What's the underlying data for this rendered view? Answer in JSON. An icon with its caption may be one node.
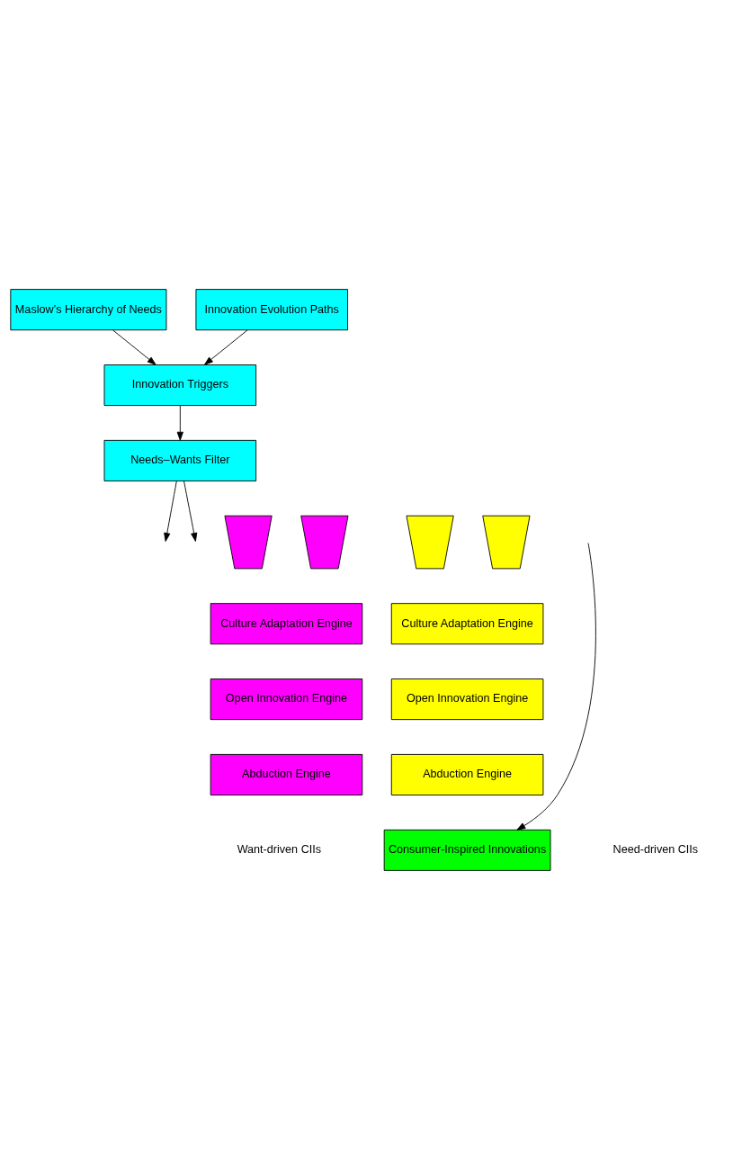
{
  "diagram": {
    "nodes": [
      {
        "text": [
          "Maslow’s Hierarchy of Needs"
        ]
      },
      {
        "text": [
          "Innovation Evolution Paths"
        ]
      },
      {
        "text": [
          "Innovation Triggers"
        ]
      },
      {
        "text": [
          "Needs–Wants Filter"
        ]
      },
      {
        "text": [],
        "shape": "trapezoid"
      },
      {
        "text": [],
        "shape": "trapezoid"
      },
      {
        "text": [],
        "shape": "trapezoid"
      },
      {
        "text": [],
        "shape": "trapezoid"
      },
      {
        "text": [
          "Culture Adaptation Engine"
        ]
      },
      {
        "text": [
          "Open Innovation Engine"
        ]
      },
      {
        "text": [
          "Abduction Engine"
        ]
      },
      {
        "text": [
          "Culture Adaptation Engine"
        ]
      },
      {
        "text": [
          "Open Innovation Engine"
        ]
      },
      {
        "text": [
          "Abduction Engine"
        ]
      },
      {
        "text": [
          "Consumer-Inspired Innovations"
        ]
      }
    ],
    "edges": [
      {
        "from": 0,
        "to": 2,
        "arrow": "to"
      },
      {
        "from": 1,
        "to": 2,
        "arrow": "to"
      },
      {
        "from": 2,
        "to": 3,
        "arrow": "to"
      },
      {
        "from": 3,
        "to": null,
        "arrow": "to"
      },
      {
        "from": 3,
        "to": null,
        "arrow": "to"
      },
      {
        "from": null,
        "to": 14,
        "arrow": "to"
      }
    ],
    "labels": [
      "Want-driven CIIs",
      "Need-driven CIIs"
    ]
  }
}
